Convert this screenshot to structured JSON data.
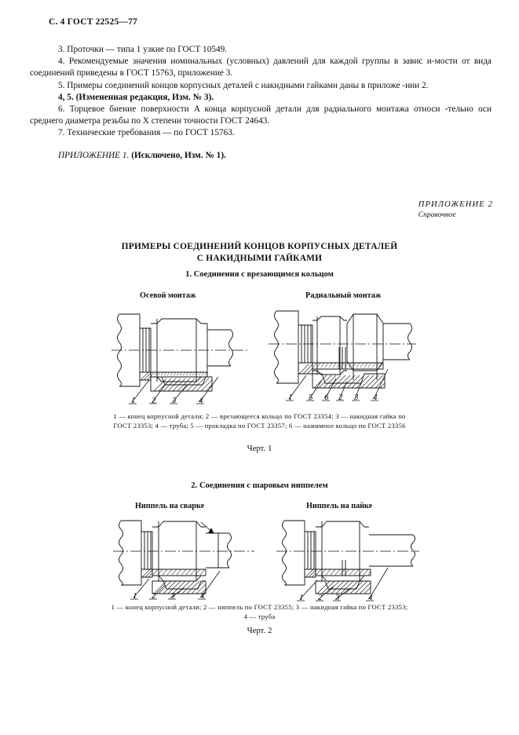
{
  "header": {
    "running_head": "С. 4 ГОСТ 22525—77"
  },
  "body": {
    "clause_3": "3.  Проточки — типа 1 узкие по ГОСТ 10549.",
    "clause_4": "4.  Рекомендуемые значения номинальных (условных) давлений для каждой группы в завис  и-мости от вида соединений приведены в ГОСТ 15763, приложение 3.",
    "clause_5": "5.  Примеры соединений концов корпусных деталей с накидными гайками даны в приложе  -нии 2.",
    "clause_45_note": "4, 5.  (Измененная редакция, Изм. № 3).",
    "clause_6": "6.  Торцевое биение поверхности  A конца корпусной детали для радиального монтажа относи  -тельно оси среднего диаметра резьбы по  X степени точности ГОСТ 24643.",
    "clause_7": "7.  Технические требования — по ГОСТ 15763."
  },
  "annex1": {
    "label": "ПРИЛОЖЕНИЕ 1.",
    "status": "(Исключено, Изм. № 1)."
  },
  "annex2": {
    "title": "ПРИЛОЖЕНИЕ 2",
    "subtitle": "Справочное"
  },
  "main_title": {
    "line1": "ПРИМЕРЫ СОЕДИНЕНИЙ КОНЦОВ КОРПУСНЫХ ДЕТАЛЕЙ",
    "line2": "С НАКИДНЫМИ ГАЙКАМИ"
  },
  "sections": [
    {
      "number": "1.",
      "title": "1.  Соединения с врезающимся кольцом",
      "figure_number": "Черт. 1",
      "caption_line1_a": "1",
      "caption": "1 — конец корпусной детали; 2 — врезающееся кольцо по ГОСТ 23354; 3 — накидная гайка  по  ГОСТ 23353;  4 —  труба;  5 — прокладка  по  ГОСТ 23357;  6 — нажимное кольцо по ГОСТ 23356",
      "drawings": [
        {
          "subhead": "Осевой монтаж",
          "callouts": [
            "1",
            "2",
            "3",
            "4"
          ]
        },
        {
          "subhead": "Радиальный монтаж",
          "callouts": [
            "1",
            "5",
            "6",
            "2",
            "3",
            "4"
          ]
        }
      ]
    },
    {
      "number": "2.",
      "title": "2.  Соединения с шаровым ниппелем",
      "figure_number": "Черт. 2",
      "caption": "1 — конец  корпусной  детали;  2 — ниппель  по  ГОСТ 23355;  3 — накидная  гайка по ГОСТ 23353; 4 —  труба",
      "drawings": [
        {
          "subhead": "Ниппель на сварке",
          "callouts": [
            "1",
            "2",
            "3",
            "4"
          ]
        },
        {
          "subhead": "Ниппель на пайке",
          "callouts": [
            "1",
            "2",
            "3",
            "4"
          ]
        }
      ]
    }
  ],
  "legend_parts": {
    "part1": "конец корпусной детали",
    "part2_sec1": "врезающееся кольцо по ГОСТ 23354",
    "part3_sec1": "накидная гайка по ГОСТ 23353",
    "part4_sec1": "труба",
    "part5_sec1": "прокладка по ГОСТ 23357",
    "part6_sec1": "нажимное кольцо по ГОСТ 23356",
    "part2_sec2": "ниппель по ГОСТ 23355",
    "part3_sec2": "накидная гайка по ГОСТ 23353",
    "part4_sec2": "труба"
  },
  "referenced_standards": [
    "ГОСТ 10549",
    "ГОСТ 15763",
    "ГОСТ 24643",
    "ГОСТ 23354",
    "ГОСТ 23353",
    "ГОСТ 23357",
    "ГОСТ 23356",
    "ГОСТ 23355",
    "ГОСТ 22525—77"
  ],
  "colors": {
    "ink": "#111111",
    "paper": "#ffffff"
  }
}
